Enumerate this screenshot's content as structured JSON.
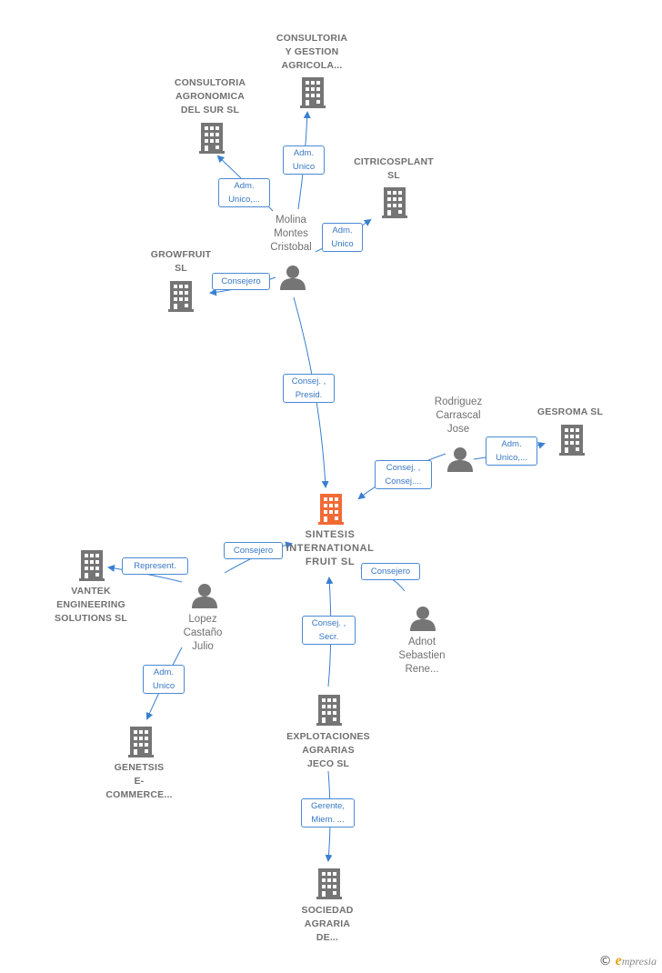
{
  "colors": {
    "node": "#757575",
    "main": "#f26a35",
    "edge": "#3a7fd0",
    "role_text": "#3777c4"
  },
  "nodes": {
    "consultoria_gestion": {
      "type": "company",
      "icon": "building-icon",
      "lines": [
        "CONSULTORIA",
        "Y GESTION",
        "AGRICOLA..."
      ]
    },
    "consultoria_agro": {
      "type": "company",
      "icon": "building-icon",
      "lines": [
        "CONSULTORIA",
        "AGRONOMICA",
        "DEL SUR SL"
      ]
    },
    "citricosplant": {
      "type": "company",
      "icon": "building-icon",
      "lines": [
        "CITRICOSPLANT",
        "SL"
      ]
    },
    "growfruit": {
      "type": "company",
      "icon": "building-icon",
      "lines": [
        "GROWFRUIT",
        "SL"
      ]
    },
    "molina": {
      "type": "person",
      "icon": "person-icon",
      "lines": [
        "Molina",
        "Montes",
        "Cristobal"
      ]
    },
    "rodriguez": {
      "type": "person",
      "icon": "person-icon",
      "lines": [
        "Rodriguez",
        "Carrascal",
        "Jose"
      ]
    },
    "gesroma": {
      "type": "company",
      "icon": "building-icon",
      "lines": [
        "GESROMA SL"
      ]
    },
    "sintesis": {
      "type": "company",
      "icon": "building-icon",
      "main": true,
      "lines": [
        "SINTESIS",
        "INTERNATIONAL",
        "FRUIT  SL"
      ]
    },
    "vantek": {
      "type": "company",
      "icon": "building-icon",
      "lines": [
        "VANTEK",
        "ENGINEERING",
        "SOLUTIONS SL"
      ]
    },
    "lopez": {
      "type": "person",
      "icon": "person-icon",
      "lines": [
        "Lopez",
        "Castaño",
        "Julio"
      ]
    },
    "adnot": {
      "type": "person",
      "icon": "person-icon",
      "lines": [
        "Adnot",
        "Sebastien",
        "Rene..."
      ]
    },
    "genetsis": {
      "type": "company",
      "icon": "building-icon",
      "lines": [
        "GENETSIS",
        "E-",
        "COMMERCE..."
      ]
    },
    "explotaciones": {
      "type": "company",
      "icon": "building-icon",
      "lines": [
        "EXPLOTACIONES",
        "AGRARIAS",
        "JECO SL"
      ]
    },
    "sociedad": {
      "type": "company",
      "icon": "building-icon",
      "lines": [
        "SOCIEDAD",
        "AGRARIA",
        "DE..."
      ]
    }
  },
  "edges": [
    {
      "from": "molina",
      "to": "consultoria_gestion",
      "role": [
        "Adm.",
        "Unico"
      ]
    },
    {
      "from": "molina",
      "to": "consultoria_agro",
      "role": [
        "Adm.",
        "Unico,..."
      ]
    },
    {
      "from": "molina",
      "to": "citricosplant",
      "role": [
        "Adm.",
        "Unico"
      ]
    },
    {
      "from": "molina",
      "to": "growfruit",
      "role": [
        "Consejero"
      ]
    },
    {
      "from": "molina",
      "to": "sintesis",
      "role": [
        "Consej. ,",
        "Presid."
      ]
    },
    {
      "from": "rodriguez",
      "to": "gesroma",
      "role": [
        "Adm.",
        "Unico,..."
      ]
    },
    {
      "from": "rodriguez",
      "to": "sintesis",
      "role": [
        "Consej. ,",
        "Consej...."
      ]
    },
    {
      "from": "lopez",
      "to": "sintesis",
      "role": [
        "Consejero"
      ]
    },
    {
      "from": "lopez",
      "to": "vantek",
      "role": [
        "Represent."
      ]
    },
    {
      "from": "lopez",
      "to": "genetsis",
      "role": [
        "Adm.",
        "Unico"
      ]
    },
    {
      "from": "adnot",
      "to": "sintesis",
      "role": [
        "Consejero"
      ]
    },
    {
      "from": "explotaciones",
      "to": "sintesis",
      "role": [
        "Consej. ,",
        "Secr."
      ]
    },
    {
      "from": "explotaciones",
      "to": "sociedad",
      "role": [
        "Gerente,",
        "Miem. ..."
      ]
    }
  ],
  "brand": {
    "copyright": "©",
    "initial": "e",
    "name": "mpresia"
  }
}
